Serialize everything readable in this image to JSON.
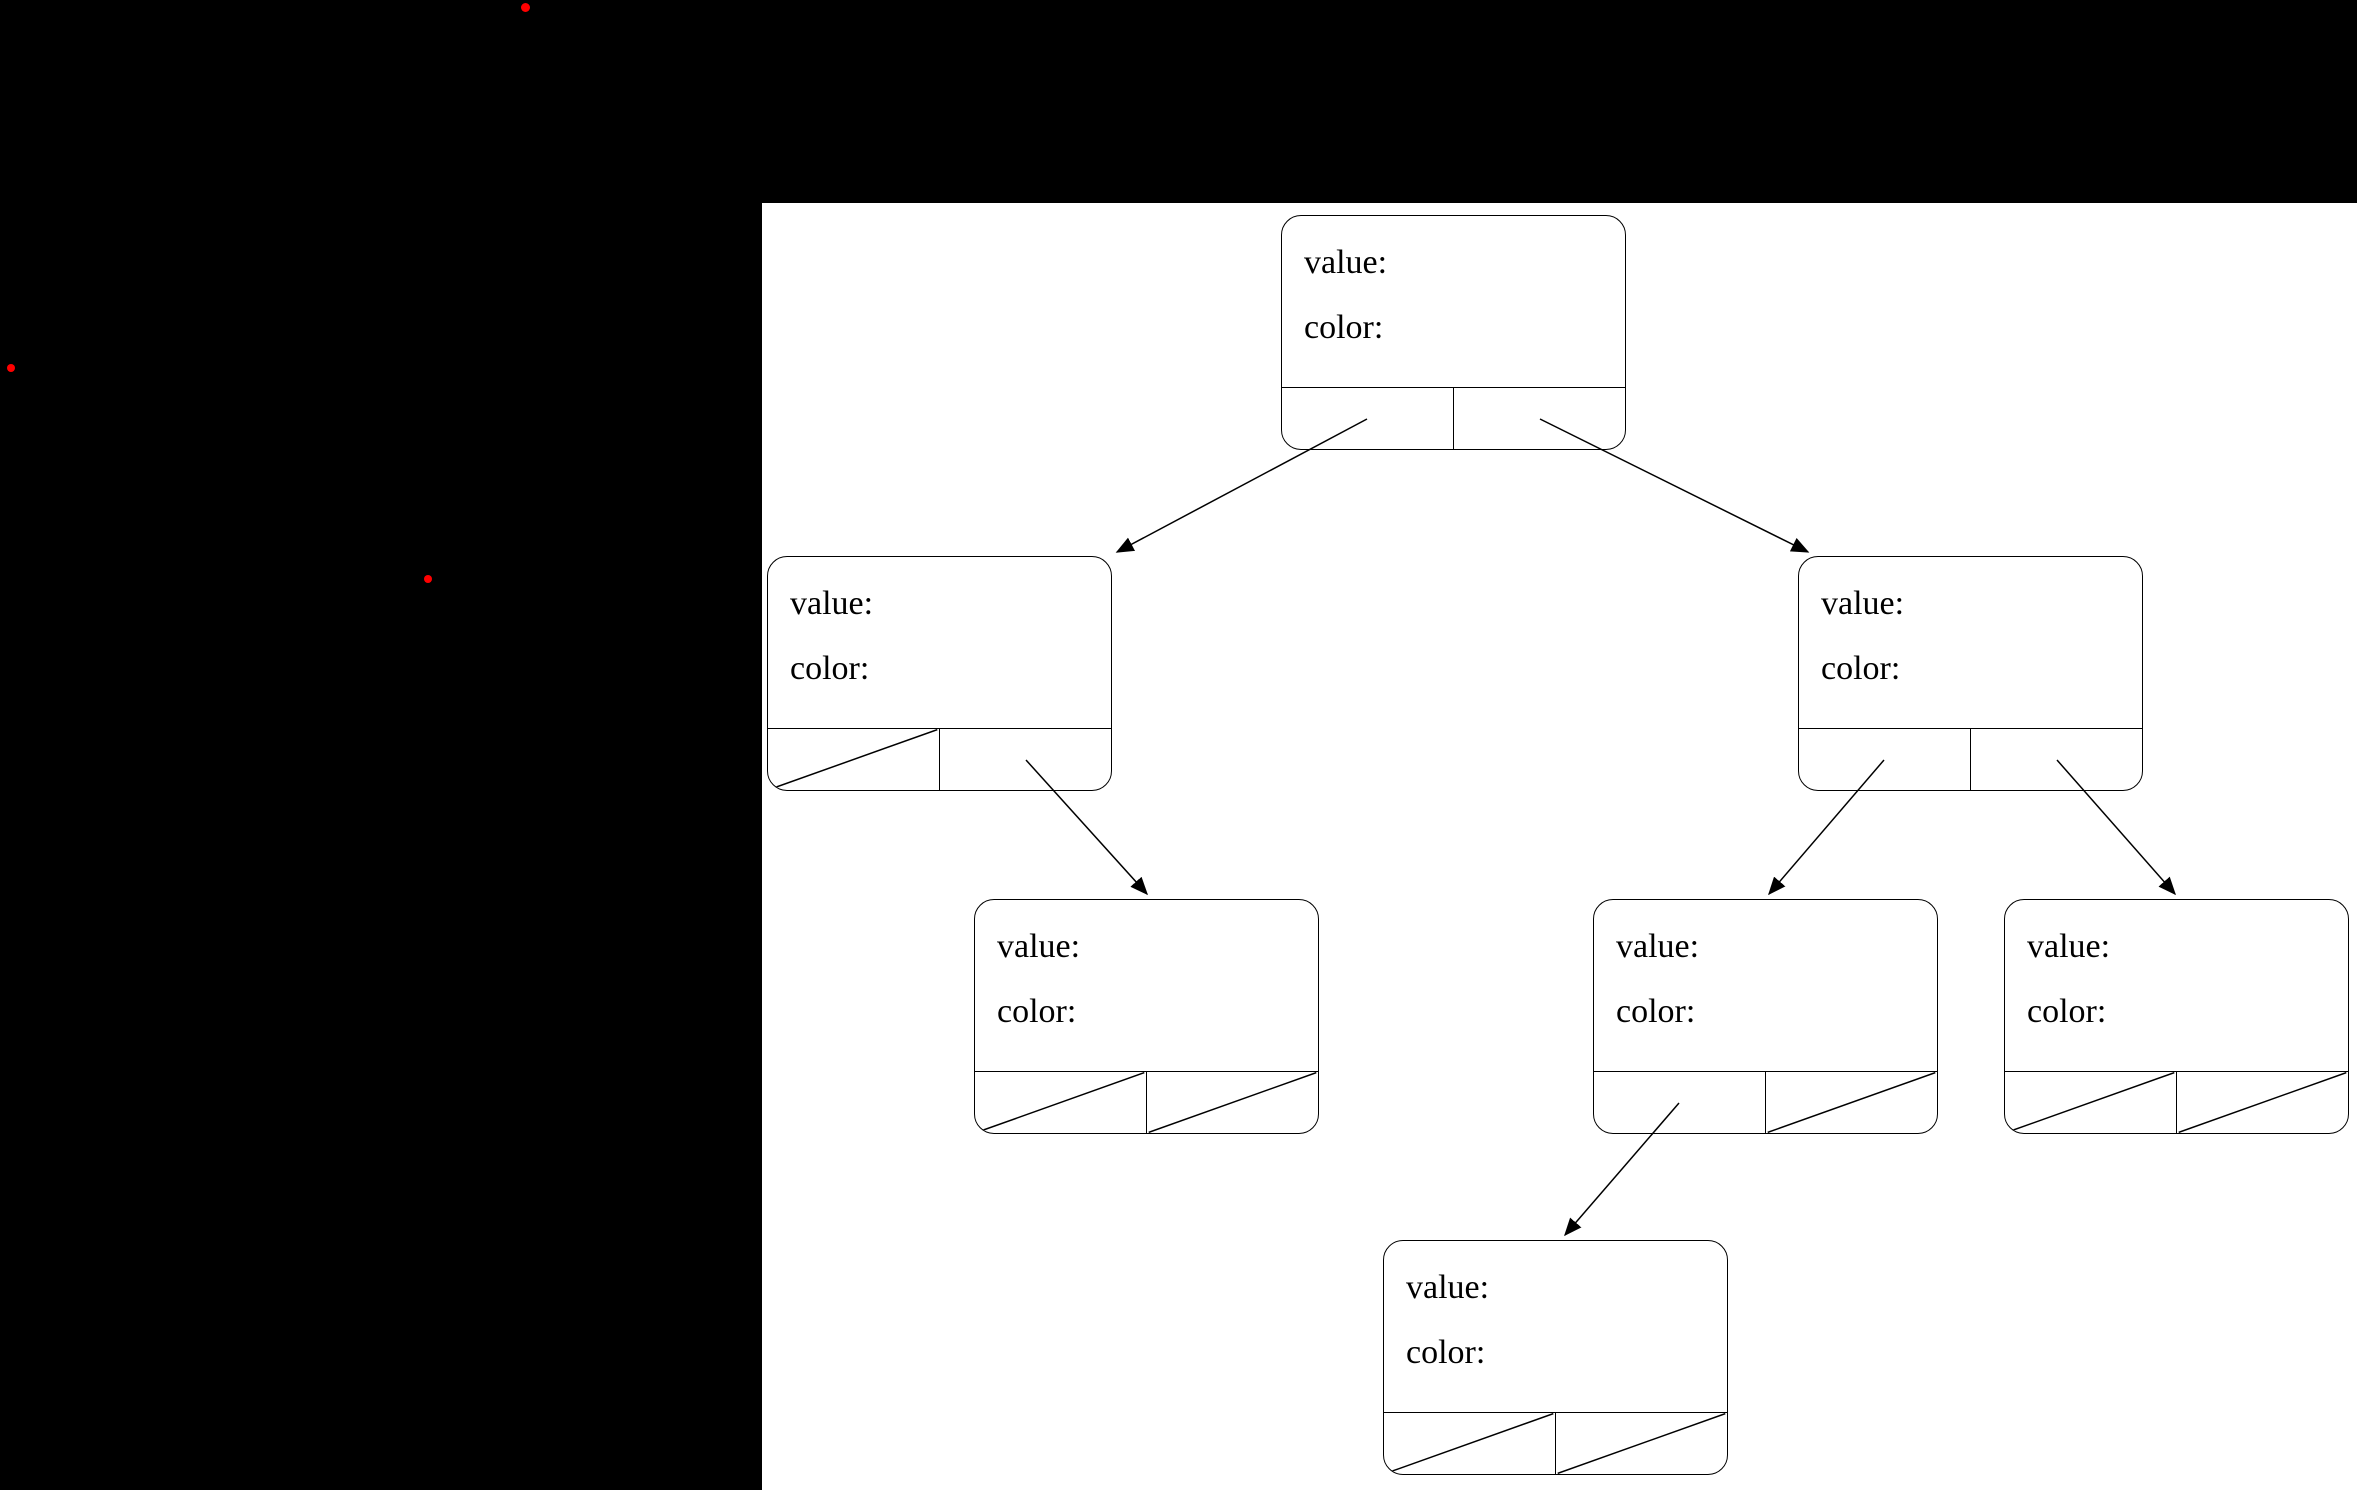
{
  "colors": {
    "page_background": "#000000",
    "panel_background": "#ffffff",
    "line": "#000000",
    "text": "#000000",
    "dot": "#ff0000"
  },
  "diagram": {
    "type": "red-black-tree-node-diagram",
    "dots": 3
  },
  "nodes": [
    {
      "id": "root",
      "value_label": "value:",
      "color_label": "color:",
      "left": "child",
      "right": "child"
    },
    {
      "id": "root.left",
      "value_label": "value:",
      "color_label": "color:",
      "left": "null",
      "right": "child"
    },
    {
      "id": "root.right",
      "value_label": "value:",
      "color_label": "color:",
      "left": "child",
      "right": "child"
    },
    {
      "id": "root.left.right",
      "value_label": "value:",
      "color_label": "color:",
      "left": "null",
      "right": "null"
    },
    {
      "id": "root.right.left",
      "value_label": "value:",
      "color_label": "color:",
      "left": "child",
      "right": "null"
    },
    {
      "id": "root.right.right",
      "value_label": "value:",
      "color_label": "color:",
      "left": "null",
      "right": "null"
    },
    {
      "id": "root.right.left.left",
      "value_label": "value:",
      "color_label": "color:",
      "left": "null",
      "right": "null"
    }
  ],
  "edges": [
    {
      "from": "root",
      "via": "left",
      "to": "root.left"
    },
    {
      "from": "root",
      "via": "right",
      "to": "root.right"
    },
    {
      "from": "root.left",
      "via": "right",
      "to": "root.left.right"
    },
    {
      "from": "root.right",
      "via": "left",
      "to": "root.right.left"
    },
    {
      "from": "root.right",
      "via": "right",
      "to": "root.right.right"
    },
    {
      "from": "root.right.left",
      "via": "left",
      "to": "root.right.left.left"
    }
  ]
}
